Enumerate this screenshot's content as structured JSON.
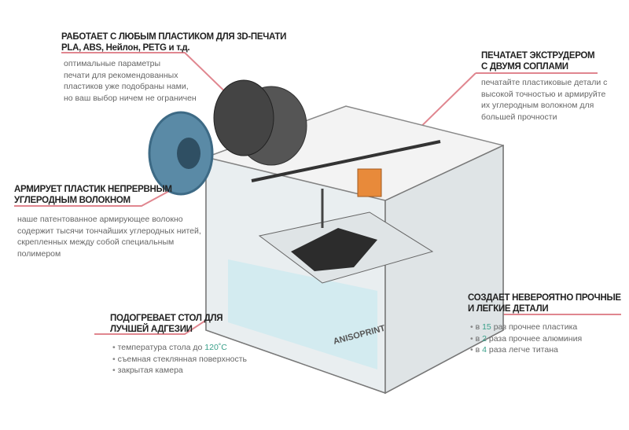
{
  "callouts": {
    "plastics": {
      "title": "РАБОТАЕТ С ЛЮБЫМ ПЛАСТИКОМ ДЛЯ 3D-ПЕЧАТИ",
      "subtitle": "PLA, ABS, Нейлон, PETG и т.д.",
      "lines": [
        "оптимальные параметры",
        "печати для рекомендованных",
        "пластиков уже подобраны нами,",
        "но ваш выбор ничем не ограничен"
      ]
    },
    "extruder": {
      "title_1": "ПЕЧАТАЕТ ЭКСТРУДЕРОМ",
      "title_2": "С ДВУМЯ СОПЛАМИ",
      "lines": [
        "печатайте пластиковые детали с",
        "высокой точностью и армируйте",
        "их углеродным волокном для",
        "большей прочности"
      ]
    },
    "fiber": {
      "title_1": "АРМИРУЕТ ПЛАСТИК НЕПРЕРВНЫМ",
      "title_2": "УГЛЕРОДНЫМ ВОЛОКНОМ",
      "lines": [
        "наше патентованное армирующее волокно",
        "содержит тысячи тончайших углеродных нитей,",
        "скрепленных между собой специальным",
        "полимером"
      ]
    },
    "bed": {
      "title_1": "ПОДОГРЕВАЕТ СТОЛ ДЛЯ",
      "title_2": "ЛУЧШЕЙ АДГЕЗИИ",
      "bullets": [
        {
          "pre": "температура стола до ",
          "hl": "120˚C"
        },
        {
          "pre": "съемная стеклянная поверхность",
          "hl": ""
        },
        {
          "pre": "закрытая камера",
          "hl": ""
        }
      ]
    },
    "strength": {
      "title_1": "СОЗДАЕТ НЕВЕРОЯТНО ПРОЧНЫЕ",
      "title_2": "И ЛЕГКИЕ ДЕТАЛИ",
      "bullets": [
        {
          "pre": "в ",
          "hl": "15",
          "post": " раз прочнее пластика"
        },
        {
          "pre": "в ",
          "hl": "2",
          "post": " раза прочнее алюминия"
        },
        {
          "pre": "в ",
          "hl": "4",
          "post": " раза легче титана"
        }
      ]
    }
  },
  "brand": "ANISOPRINT",
  "colors": {
    "accent": "#e0868f",
    "highlight": "#3aa08a",
    "spool_blue": "#5a8aa6",
    "extruder": "#e88a3a"
  }
}
